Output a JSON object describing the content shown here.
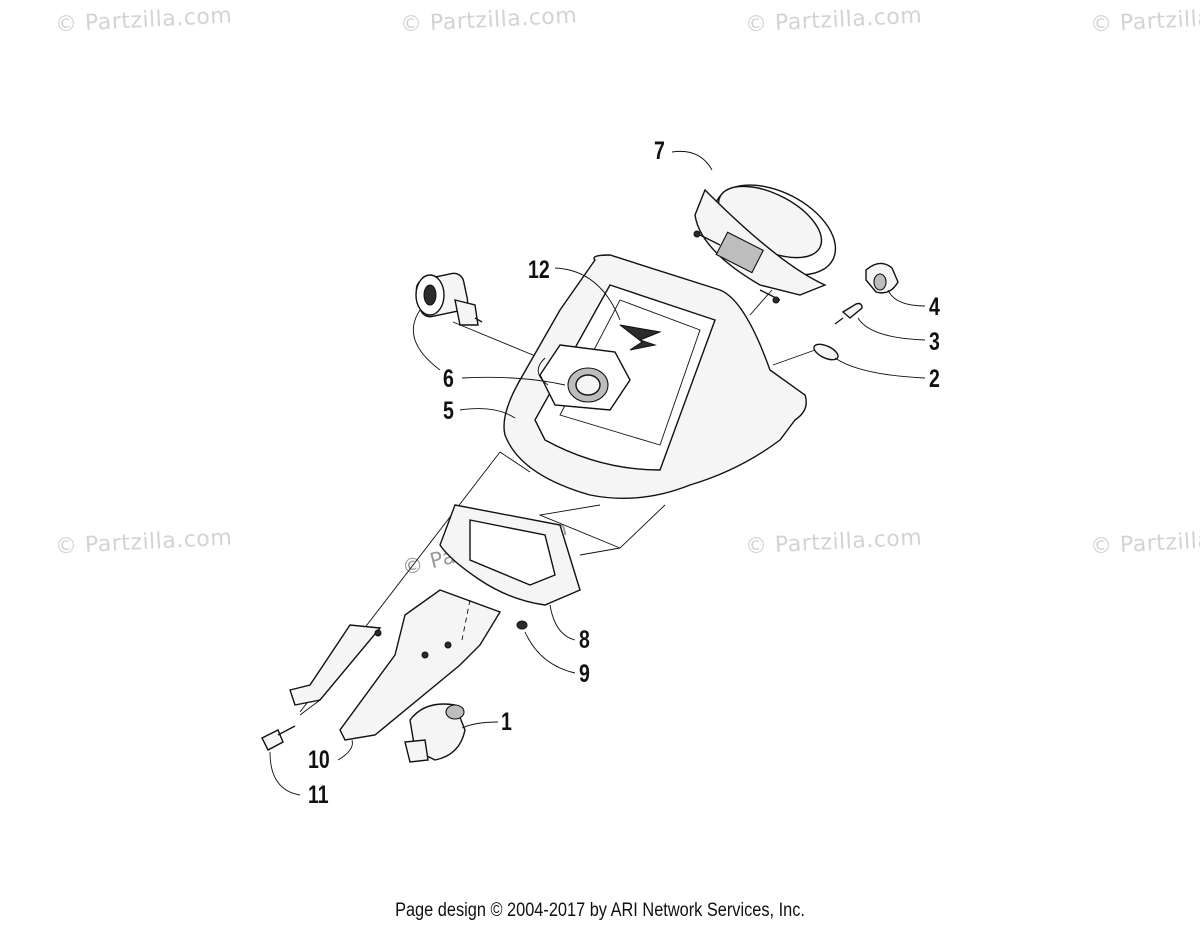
{
  "watermark_text": "© Partzilla.com",
  "center_watermark_text": "© Partzilla.com",
  "footer_text": "Page design © 2004-2017 by ARI Network Services, Inc.",
  "callouts": {
    "1": "1",
    "2": "2",
    "3": "3",
    "4": "4",
    "5": "5",
    "6": "6",
    "7": "7",
    "8": "8",
    "9": "9",
    "10": "10",
    "11": "11",
    "12": "12"
  }
}
